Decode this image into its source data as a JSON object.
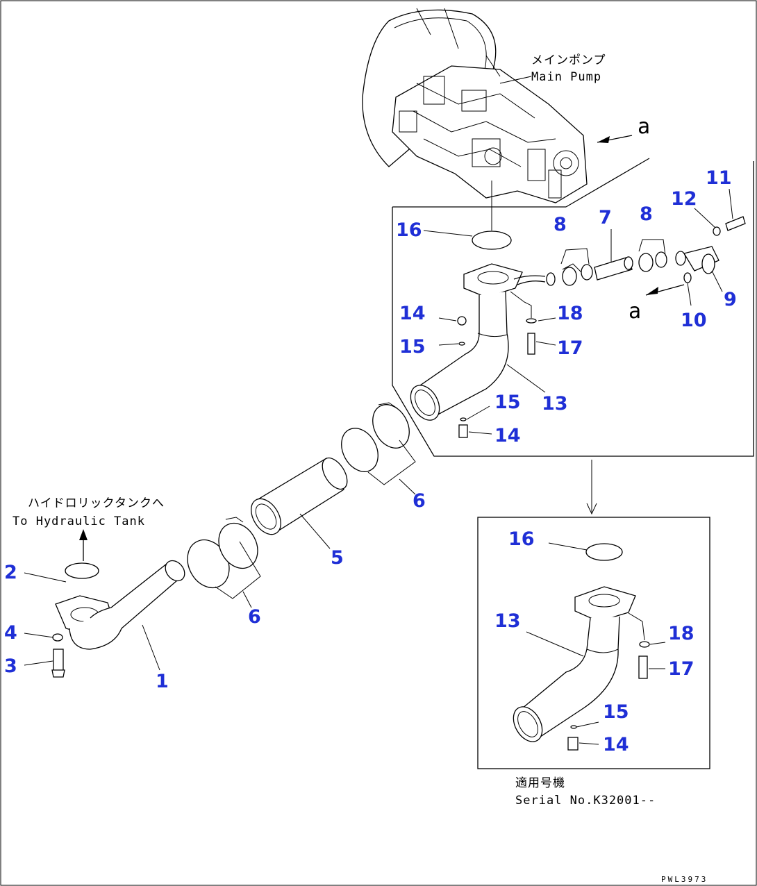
{
  "labels": {
    "main_pump_jp": "メインポンプ",
    "main_pump_en": "Main Pump",
    "tank_jp": "ハイドロリックタンクへ",
    "tank_en": "To Hydraulic Tank",
    "serial_jp": "適用号機",
    "serial_en": "Serial No.K32001--",
    "drawing_code": "PWL3973",
    "view_ref": "a"
  },
  "callouts": {
    "n1": "1",
    "n2": "2",
    "n3": "3",
    "n4": "4",
    "n5": "5",
    "n6": "6",
    "n7": "7",
    "n8": "8",
    "n9": "9",
    "n10": "10",
    "n11": "11",
    "n12": "12",
    "n13": "13",
    "n14": "14",
    "n15": "15",
    "n16": "16",
    "n17": "17",
    "n18": "18"
  },
  "colors": {
    "callout": "#1f2fd6",
    "line": "#000000"
  }
}
